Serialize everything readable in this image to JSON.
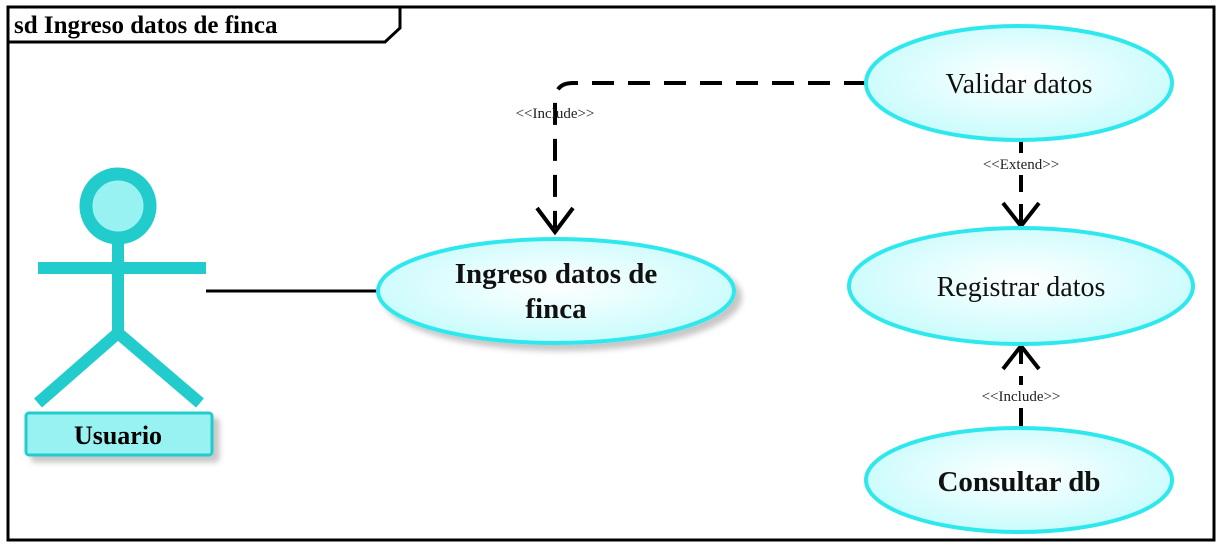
{
  "diagram": {
    "frame_title": "sd Ingreso datos de finca",
    "actor": {
      "name": "Usuario"
    },
    "use_cases": {
      "ingreso": {
        "line1": "Ingreso datos de",
        "line2": "finca"
      },
      "validar": {
        "label": "Validar datos"
      },
      "registrar": {
        "label": "Registrar datos"
      },
      "consultar": {
        "label": "Consultar db"
      }
    },
    "relations": {
      "validar_to_ingreso": "<<Include>>",
      "validar_to_registrar": "<<Extend>>",
      "consultar_to_registrar": "<<Include>>"
    }
  },
  "colors": {
    "use_case_fill": "#c8ffff",
    "use_case_stroke": "#2ee8ee",
    "actor": "#22cccc",
    "actor_label_fill": "#99f2f2"
  }
}
